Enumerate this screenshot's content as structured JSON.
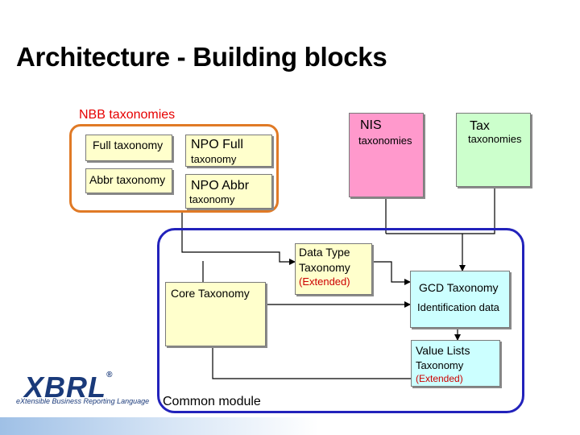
{
  "title": "Architecture - Building blocks",
  "nbb": {
    "label": "NBB taxonomies",
    "full": "Full taxonomy",
    "npo_full_1": "NPO Full",
    "npo_full_2": "taxonomy",
    "abbr": "Abbr taxonomy",
    "npo_abbr_1": "NPO Abbr",
    "npo_abbr_2": "taxonomy"
  },
  "nis": {
    "line1": "NIS",
    "line2": "taxonomies"
  },
  "tax": {
    "line1": "Tax",
    "line2": "taxonomies"
  },
  "datatype": {
    "line1": "Data Type",
    "line2": "Taxonomy",
    "line3": "(Extended)"
  },
  "core": {
    "label": "Core Taxonomy"
  },
  "gcd": {
    "line1": "GCD Taxonomy",
    "line2": "Identification data"
  },
  "valuelists": {
    "line1": "Value Lists",
    "line2": "Taxonomy",
    "line3": "(Extended)"
  },
  "common": {
    "label": "Common module"
  },
  "logo": {
    "word": "XBRL",
    "registered": "®",
    "tagline": "eXtensible Business Reporting Language"
  },
  "colors": {
    "nbb_border": "#e07a26",
    "common_border": "#2222bb",
    "nbb_label": "#e60000",
    "box_yellow": "#ffffcc",
    "box_pink": "#ff99cc",
    "box_green": "#ccffcc",
    "box_cyan": "#ccffff",
    "extended_text": "#cc0000"
  }
}
